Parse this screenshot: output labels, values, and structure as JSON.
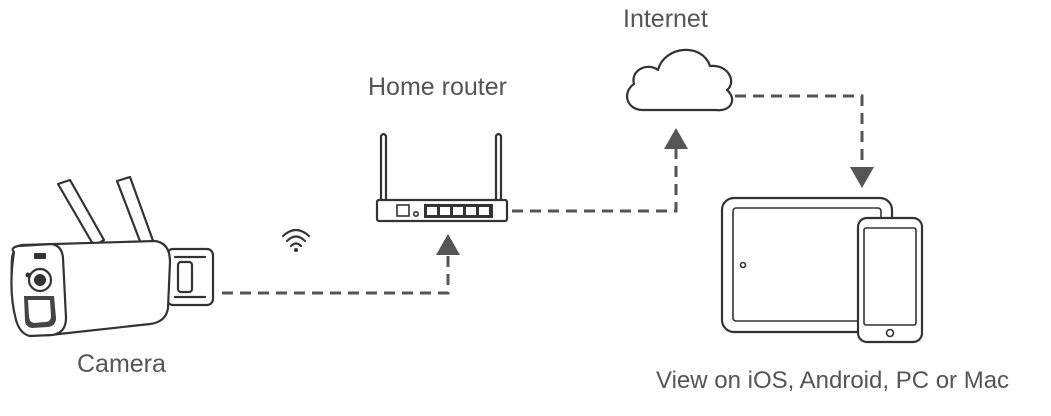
{
  "labels": {
    "internet": "Internet",
    "router": "Home router",
    "camera": "Camera",
    "devices": "View on iOS, Android, PC or Mac"
  },
  "icons": {
    "cloud": "cloud-icon",
    "router": "router-icon",
    "camera": "camera-icon",
    "wifi": "wifi-icon",
    "tablet": "tablet-icon",
    "phone": "phone-icon"
  },
  "colors": {
    "line": "#555555",
    "text": "#555555"
  }
}
